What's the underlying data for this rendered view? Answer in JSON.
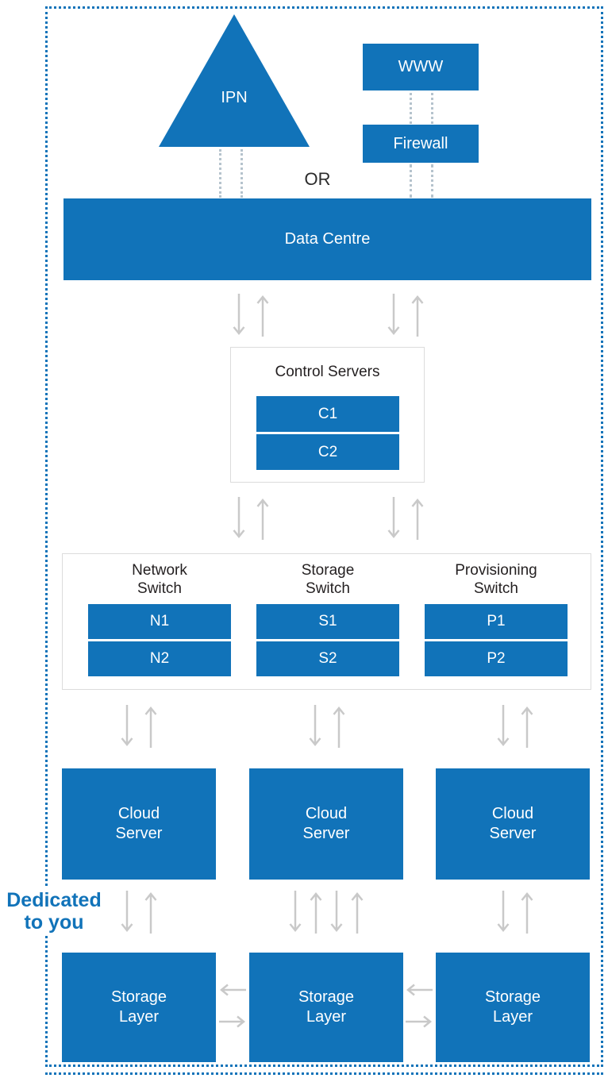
{
  "colors": {
    "primary_blue": "#1173B9",
    "arrow_gray": "#C9C9C9",
    "connector_dotted_gray": "#B5C3CD",
    "box_border_gray": "#DCDCDC",
    "text_dark": "#231F20"
  },
  "top_section": {
    "ipn_label": "IPN",
    "www_label": "WWW",
    "firewall_label": "Firewall",
    "or_label": "OR"
  },
  "data_centre": {
    "label": "Data Centre"
  },
  "control_servers": {
    "title": "Control Servers",
    "units": [
      "C1",
      "C2"
    ]
  },
  "switch_layer": {
    "groups": [
      {
        "title_lines": [
          "Network",
          "Switch"
        ],
        "units": [
          "N1",
          "N2"
        ]
      },
      {
        "title_lines": [
          "Storage",
          "Switch"
        ],
        "units": [
          "S1",
          "S2"
        ]
      },
      {
        "title_lines": [
          "Provisioning",
          "Switch"
        ],
        "units": [
          "P1",
          "P2"
        ]
      }
    ]
  },
  "cloud_servers": [
    {
      "label_lines": [
        "Cloud",
        "Server"
      ]
    },
    {
      "label_lines": [
        "Cloud",
        "Server"
      ]
    },
    {
      "label_lines": [
        "Cloud",
        "Server"
      ]
    }
  ],
  "storage_layers": [
    {
      "label_lines": [
        "Storage",
        "Layer"
      ]
    },
    {
      "label_lines": [
        "Storage",
        "Layer"
      ]
    },
    {
      "label_lines": [
        "Storage",
        "Layer"
      ]
    }
  ],
  "annotations": {
    "dedicated_lines": [
      "Dedicated",
      "to you"
    ]
  }
}
